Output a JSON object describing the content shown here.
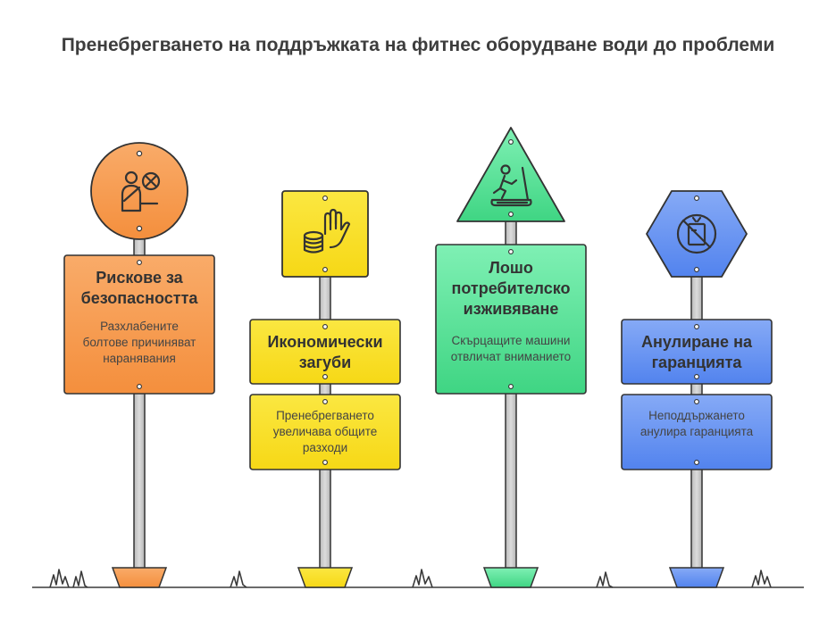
{
  "title": "Пренебрегването на поддръжката на фитнес оборудване води до проблеми",
  "signs": [
    {
      "id": "safety",
      "heading": "Рискове за безопасността",
      "description": "Разхлабените болтове причиняват наранявания",
      "color": "#f7a15a",
      "icon": "seatbelt-cross-icon"
    },
    {
      "id": "economic",
      "heading": "Икономически загуби",
      "description": "Пренебрегването увеличава общите разходи",
      "color": "#f9e22e",
      "icon": "coins-hand-icon"
    },
    {
      "id": "experience",
      "heading": "Лошо потребителско изживяване",
      "description": "Скърцащите машини отвличат вниманието",
      "color": "#56e09a",
      "icon": "treadmill-icon"
    },
    {
      "id": "warranty",
      "heading": "Анулиране на гаранцията",
      "description": "Неподдържането анулира гаранцията",
      "color": "#6d97f2",
      "icon": "no-document-icon"
    }
  ]
}
